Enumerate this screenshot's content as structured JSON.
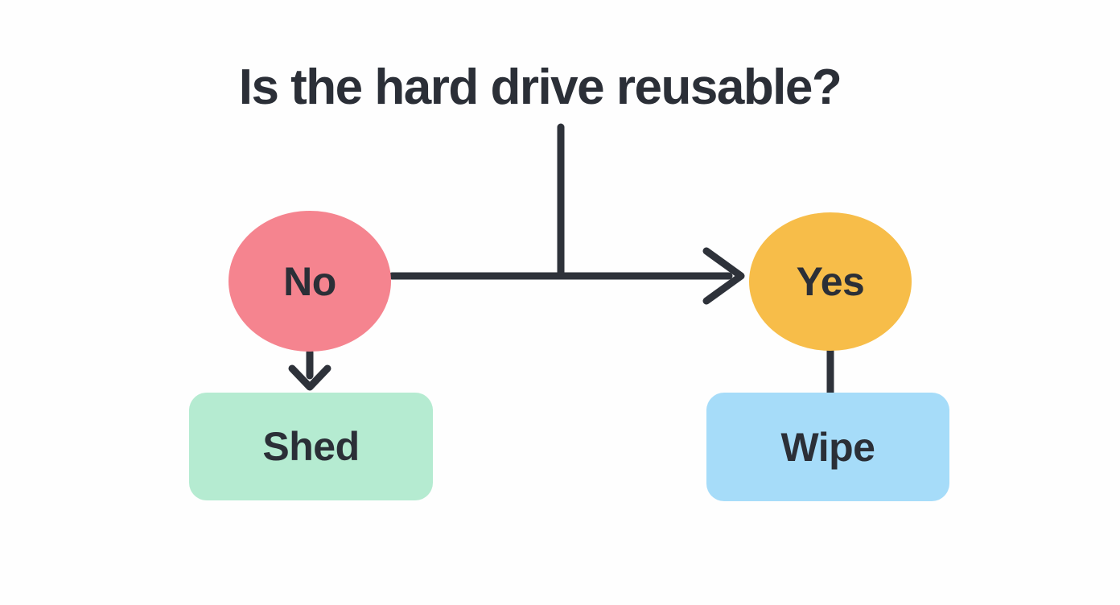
{
  "diagram": {
    "title": "Is the hard drive reusable?",
    "nodes": {
      "no": {
        "label": "No",
        "shape": "ellipse",
        "color": "#f5848f"
      },
      "yes": {
        "label": "Yes",
        "shape": "ellipse",
        "color": "#f7bd49"
      },
      "shed": {
        "label": "Shed",
        "shape": "rounded-rect",
        "color": "#b5ebd1"
      },
      "wipe": {
        "label": "Wipe",
        "shape": "rounded-rect",
        "color": "#a6dcf9"
      }
    },
    "edges": [
      {
        "from": "title",
        "to": "branch-line",
        "type": "stem"
      },
      {
        "from": "no",
        "to": "yes",
        "type": "arrow"
      },
      {
        "from": "no",
        "to": "shed",
        "type": "arrow"
      },
      {
        "from": "yes",
        "to": "wipe",
        "type": "line"
      }
    ],
    "colors": {
      "line": "#2e323a",
      "text": "#2b2f37",
      "background": "#fefefe"
    }
  }
}
